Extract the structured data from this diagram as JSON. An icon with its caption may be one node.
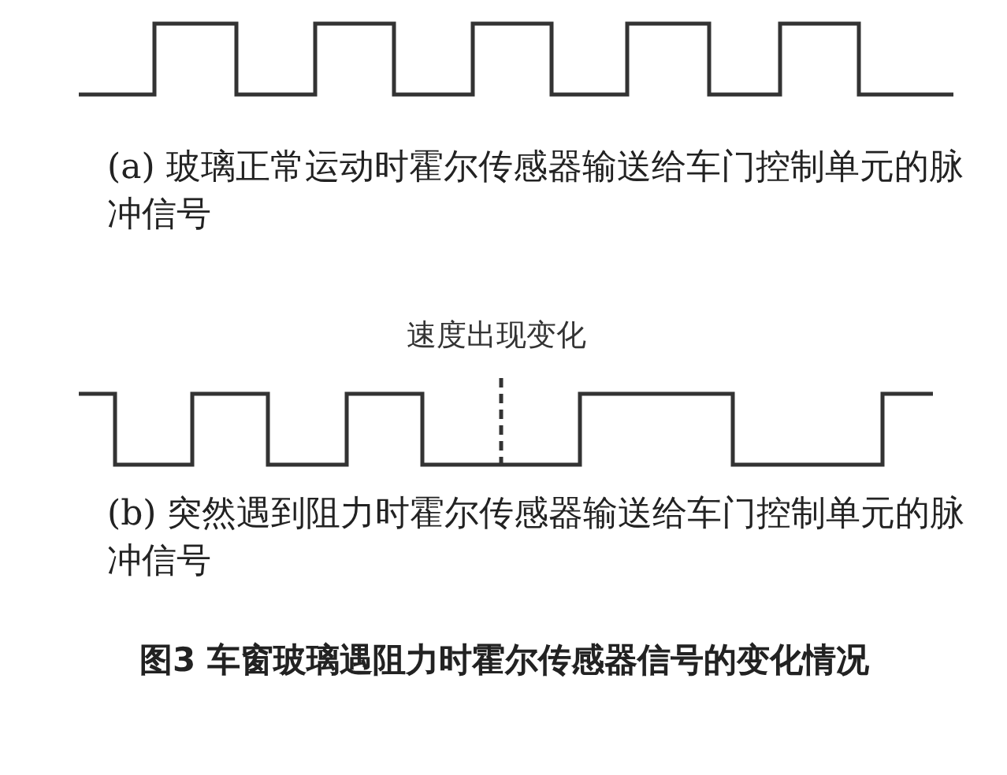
{
  "diagram": {
    "caption": "图3 车窗玻璃遇阻力时霍尔传感器信号的变化情况",
    "labels": [
      "(a) 玻璃正常运动时霍尔传感器输送给车门控制单元的脉冲信号",
      "速度出现变化",
      "(b) 突然遇到阻力时霍尔传感器输送给车门控制单元的脉冲信号"
    ]
  }
}
